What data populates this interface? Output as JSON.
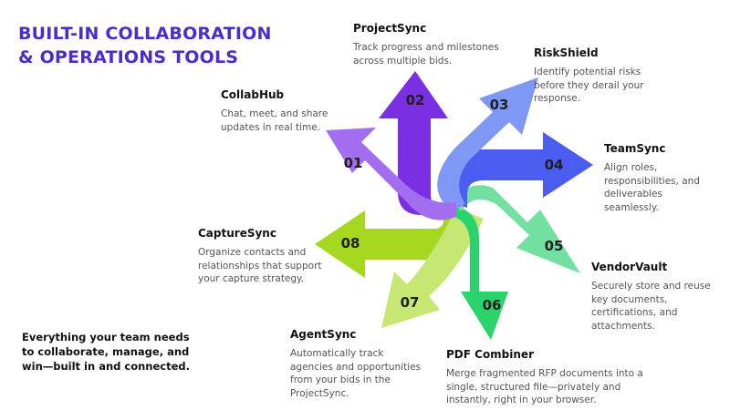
{
  "title": {
    "line1": "BUILT-IN COLLABORATION",
    "line2": "& OPERATIONS TOOLS"
  },
  "tagline": "Everything your team needs to collaborate, manage, and win—built in and connected.",
  "colors": {
    "title": "#4b2ccf",
    "arrow_01": "#a36ef0",
    "arrow_02": "#7a2fe3",
    "arrow_03": "#7f97f5",
    "arrow_04": "#4b5cf0",
    "arrow_05": "#72e0a0",
    "arrow_06": "#2ad36c",
    "arrow_07": "#c6e872",
    "arrow_08": "#a7d820"
  },
  "items": [
    {
      "num": "01",
      "name": "CollabHub",
      "desc": "Chat, meet, and share updates in real time."
    },
    {
      "num": "02",
      "name": "ProjectSync",
      "desc": "Track progress and milestones across multiple bids."
    },
    {
      "num": "03",
      "name": "RiskShield",
      "desc": "Identify potential risks before they derail your response."
    },
    {
      "num": "04",
      "name": "TeamSync",
      "desc": "Align roles, responsibilities, and deliverables seamlessly."
    },
    {
      "num": "05",
      "name": "VendorVault",
      "desc": "Securely store and reuse key documents, certifications, and attachments."
    },
    {
      "num": "06",
      "name": "PDF Combiner",
      "desc": "Merge fragmented RFP documents into a single, structured file—privately and instantly, right in your browser."
    },
    {
      "num": "07",
      "name": "AgentSync",
      "desc": "Automatically track agencies and opportunities from your bids in the ProjectSync."
    },
    {
      "num": "08",
      "name": "CaptureSync",
      "desc": "Organize contacts and relationships that support your capture strategy."
    }
  ]
}
